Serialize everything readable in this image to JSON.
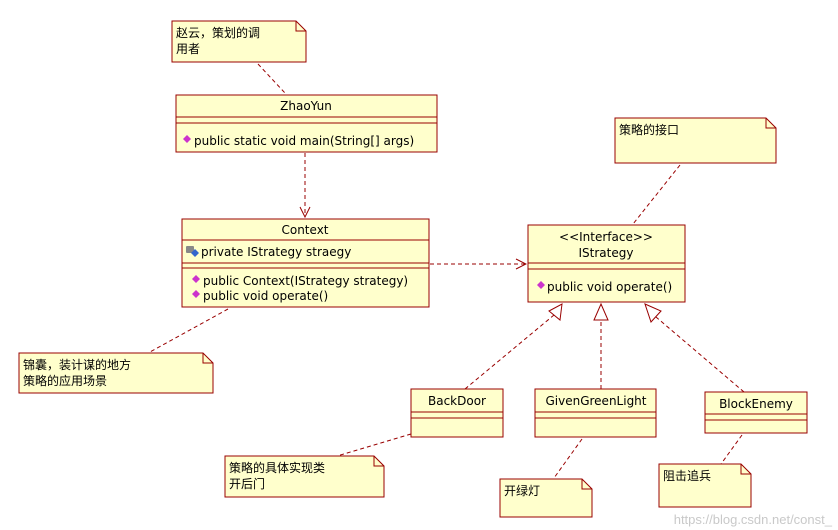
{
  "notes": {
    "zhaoyun": [
      "赵云，策划的调",
      "用者"
    ],
    "istrategy": [
      "策略的接口"
    ],
    "context": [
      "锦囊，装计谋的地方",
      "策略的应用场景"
    ],
    "backdoor": [
      "策略的具体实现类",
      "开后门"
    ],
    "givengreenlight": [
      "开绿灯"
    ],
    "blockenemy": [
      "阻击追兵"
    ]
  },
  "classes": {
    "zhaoyun": {
      "name": "ZhaoYun",
      "operations": [
        "public static void main(String[] args)"
      ]
    },
    "context": {
      "name": "Context",
      "attributes": [
        "private IStrategy straegy"
      ],
      "operations": [
        "public Context(IStrategy strategy)",
        "public void operate()"
      ]
    },
    "istrategy": {
      "stereotype": "<<Interface>>",
      "name": "IStrategy",
      "operations": [
        "public void operate()"
      ]
    },
    "backdoor": {
      "name": "BackDoor"
    },
    "givengreenlight": {
      "name": "GivenGreenLight"
    },
    "blockenemy": {
      "name": "BlockEnemy"
    }
  },
  "watermark": "https://blog.csdn.net/const_",
  "colors": {
    "box_fill": "#FFFFCC",
    "border": "#990000",
    "operation_icon": "#CC33CC",
    "attribute_icon": "#3366CC"
  }
}
